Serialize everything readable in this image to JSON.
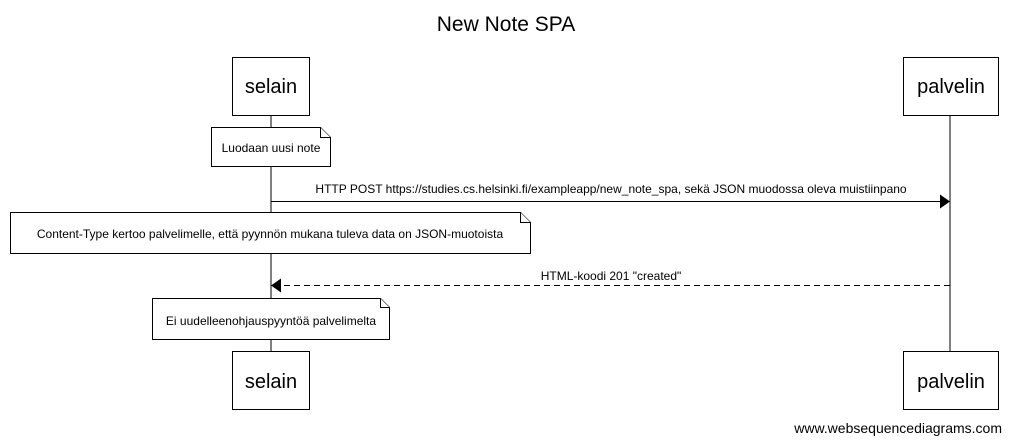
{
  "title": "New Note SPA",
  "participants": {
    "browser": "selain",
    "server": "palvelin"
  },
  "notes": [
    {
      "text": "Luodaan uusi note"
    },
    {
      "text": "Content-Type kertoo palvelimelle, että pyynnön mukana tuleva data on JSON-muotoista"
    },
    {
      "text": "Ei uudelleenohjauspyyntöä palvelimelta"
    }
  ],
  "messages": [
    {
      "from": "selain",
      "to": "palvelin",
      "style": "solid",
      "text": "HTTP POST https://studies.cs.helsinki.fi/exampleapp/new_note_spa, sekä JSON muodossa oleva muistiinpano"
    },
    {
      "from": "palvelin",
      "to": "selain",
      "style": "dashed",
      "text": "HTML-koodi 201 \"created\""
    }
  ],
  "watermark": "www.websequencediagrams.com"
}
